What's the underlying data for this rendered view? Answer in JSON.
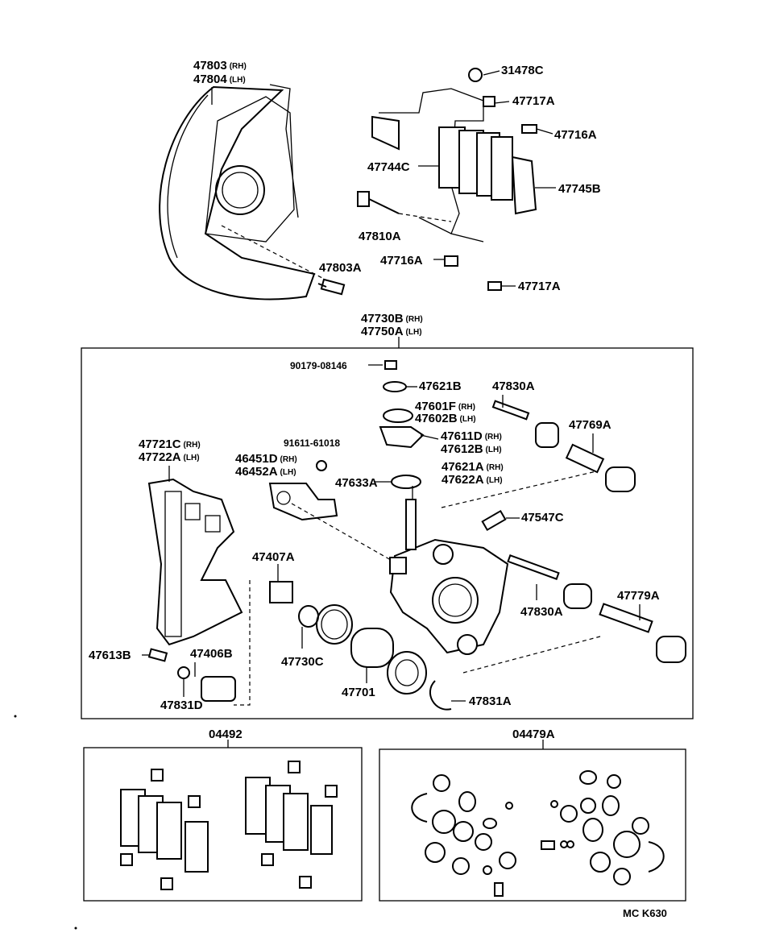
{
  "parts": {
    "p47803": {
      "code": "47803",
      "side": "(RH)"
    },
    "p47804": {
      "code": "47804",
      "side": "(LH)"
    },
    "p31478C": "31478C",
    "p47717A_top": "47717A",
    "p47716A_top": "47716A",
    "p47744C": "47744C",
    "p47745B": "47745B",
    "p47810A": "47810A",
    "p47803A": "47803A",
    "p47716A_bottom": "47716A",
    "p47717A_bottom": "47717A",
    "p47730B": {
      "code": "47730B",
      "side": "(RH)"
    },
    "p47750A": {
      "code": "47750A",
      "side": "(LH)"
    },
    "p90179": "90179-08146",
    "p47621B": "47621B",
    "p47830A_top": "47830A",
    "p47601F": {
      "code": "47601F",
      "side": "(RH)"
    },
    "p47602B": {
      "code": "47602B",
      "side": "(LH)"
    },
    "p47769A": "47769A",
    "p47721C": {
      "code": "47721C",
      "side": "(RH)"
    },
    "p47722A": {
      "code": "47722A",
      "side": "(LH)"
    },
    "p91611": "91611-61018",
    "p47611D": {
      "code": "47611D",
      "side": "(RH)"
    },
    "p47612B": {
      "code": "47612B",
      "side": "(LH)"
    },
    "p46451D": {
      "code": "46451D",
      "side": "(RH)"
    },
    "p46452A": {
      "code": "46452A",
      "side": "(LH)"
    },
    "p47633A": "47633A",
    "p47621A": {
      "code": "47621A",
      "side": "(RH)"
    },
    "p47622A": {
      "code": "47622A",
      "side": "(LH)"
    },
    "p47547C": "47547C",
    "p47407A": "47407A",
    "p47830A_bottom": "47830A",
    "p47779A": "47779A",
    "p47613B": "47613B",
    "p47406B": "47406B",
    "p47730C": "47730C",
    "p47701": "47701",
    "p47831D": "47831D",
    "p47831A": "47831A",
    "p04492": "04492",
    "p04479A": "04479A"
  },
  "figure_code": "MC  K630"
}
